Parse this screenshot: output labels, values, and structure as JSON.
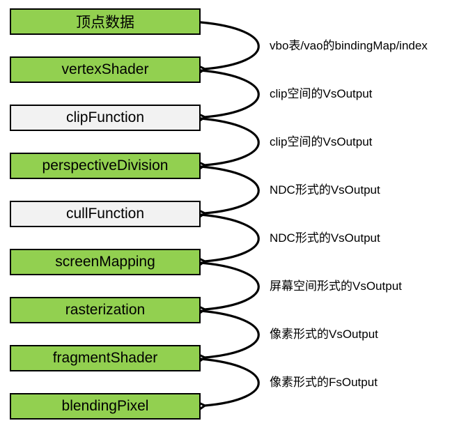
{
  "diagram": {
    "title": "render-pipeline-flow",
    "boxes": [
      {
        "label": "顶点数据",
        "variant": "green"
      },
      {
        "label": "vertexShader",
        "variant": "green"
      },
      {
        "label": "clipFunction",
        "variant": "gray"
      },
      {
        "label": "perspectiveDivision",
        "variant": "green"
      },
      {
        "label": "cullFunction",
        "variant": "gray"
      },
      {
        "label": "screenMapping",
        "variant": "green"
      },
      {
        "label": "rasterization",
        "variant": "green"
      },
      {
        "label": "fragmentShader",
        "variant": "green"
      },
      {
        "label": "blendingPixel",
        "variant": "green"
      }
    ],
    "arrows": [
      {
        "label": "vbo表/vao的bindingMap/index"
      },
      {
        "label": "clip空间的VsOutput"
      },
      {
        "label": "clip空间的VsOutput"
      },
      {
        "label": "NDC形式的VsOutput"
      },
      {
        "label": "NDC形式的VsOutput"
      },
      {
        "label": "屏幕空间形式的VsOutput"
      },
      {
        "label": "像素形式的VsOutput"
      },
      {
        "label": "像素形式的FsOutput"
      }
    ],
    "colors": {
      "green_fill": "#92D050",
      "gray_fill": "#F2F2F2",
      "border": "#000000",
      "arrow": "#000000",
      "text": "#000000",
      "background": "#FFFFFF"
    }
  }
}
